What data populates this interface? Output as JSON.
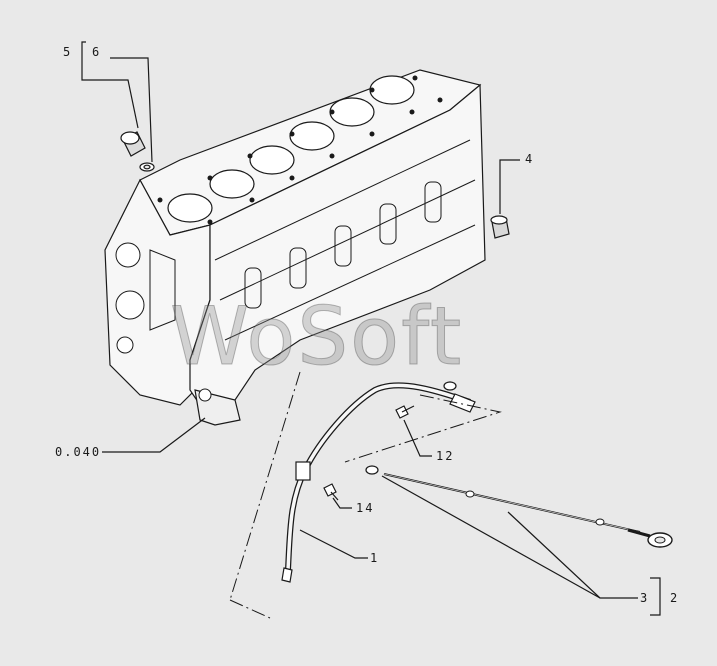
{
  "watermark": "WoSoft",
  "callouts": {
    "c5": "5",
    "c6": "6",
    "c4": "4",
    "c0040": "0.040",
    "c12": "12",
    "c14": "14",
    "c1": "1",
    "c3": "3",
    "c2": "2"
  },
  "colors": {
    "background": "#e9e9e9",
    "ink": "#1a1a1a"
  }
}
